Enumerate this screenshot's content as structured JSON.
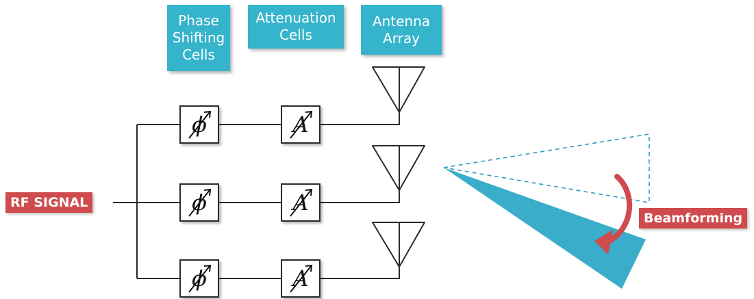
{
  "labels": {
    "phase_shifting": [
      "Phase",
      "Shifting",
      "Cells"
    ],
    "attenuation": [
      "Attenuation",
      "Cells"
    ],
    "antenna_array": [
      "Antenna",
      "Array"
    ],
    "rf_signal": "RF SIGNAL",
    "beamforming": "Beamforming"
  },
  "cells": {
    "phase_symbol": "ϕ",
    "attenuation_symbol": "A",
    "rows": 3
  },
  "colors": {
    "label_cyan": "#36b4cc",
    "label_red": "#cf4b4d",
    "beam_fill": "#39adc9",
    "beam_outline": "#2f98c0",
    "arrow_red": "#cf4b4d",
    "line": "#2a2a2a"
  },
  "icons": {
    "phase_cell": "phase-shifter-icon",
    "attenuation_cell": "attenuator-icon",
    "antenna": "antenna-icon",
    "beam": "beam-pattern",
    "rotation": "curved-arrow-icon"
  }
}
